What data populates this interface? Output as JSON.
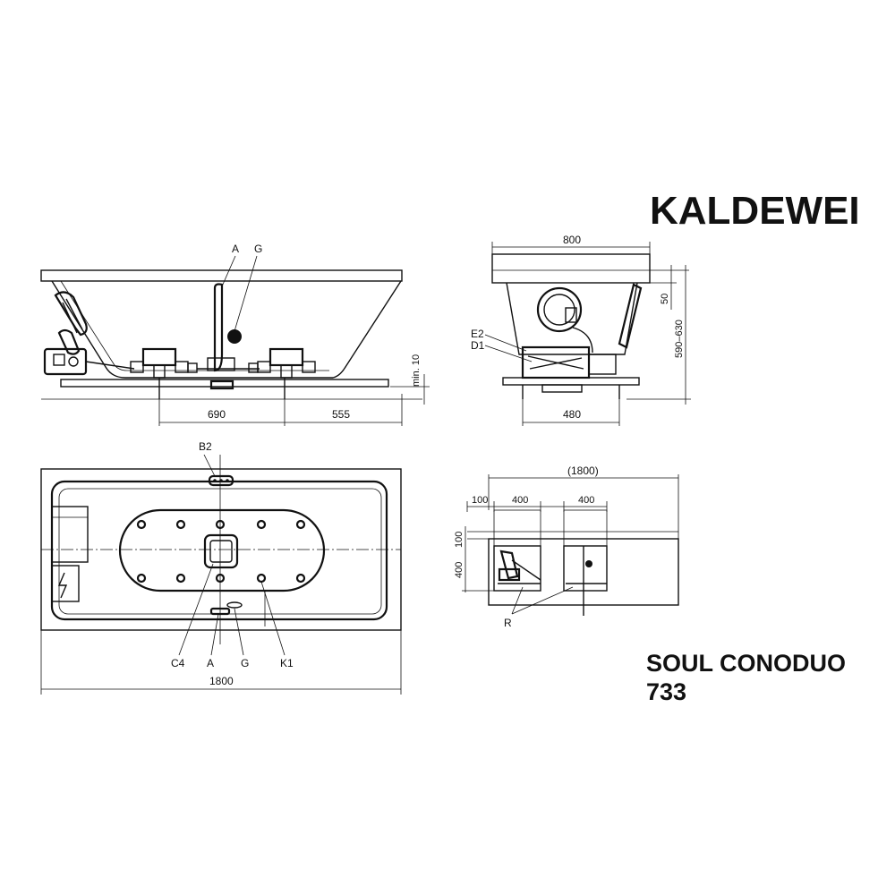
{
  "brand": {
    "name": "KALDEWEI"
  },
  "product": {
    "name": "SOUL CONODUO",
    "number": "733"
  },
  "side_view": {
    "labels": {
      "a": "A",
      "g": "G"
    },
    "dims": {
      "d690": "690",
      "d555": "555",
      "min10": "min. 10"
    }
  },
  "end_view": {
    "labels": {
      "e2": "E2",
      "d1": "D1"
    },
    "dims": {
      "d800": "800",
      "d480": "480",
      "d50": "50",
      "d590": "590–630"
    }
  },
  "top_view": {
    "labels": {
      "b2": "B2",
      "c4": "C4",
      "a": "A",
      "g": "G",
      "k1": "K1"
    },
    "dims": {
      "d1800": "1800"
    }
  },
  "install_view": {
    "labels": {
      "r": "R"
    },
    "dims": {
      "d1800p": "(1800)",
      "d100a": "100",
      "d400a": "400",
      "d400b": "400",
      "d100v": "100",
      "d400v": "400"
    }
  }
}
